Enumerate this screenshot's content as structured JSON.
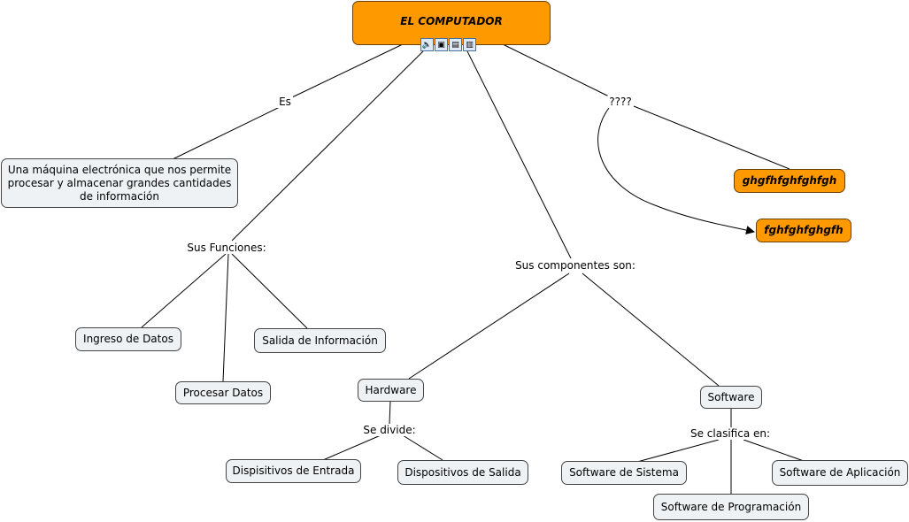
{
  "root": {
    "title": "EL COMPUTADOR"
  },
  "icons": [
    {
      "name": "sound-icon",
      "glyph": "🔈"
    },
    {
      "name": "image-icon",
      "glyph": "▣"
    },
    {
      "name": "document-icon",
      "glyph": "▤"
    },
    {
      "name": "video-icon",
      "glyph": "▥"
    }
  ],
  "nodes": {
    "definition": "Una máquina electrónica que nos permite procesar y almacenar grandes cantidades de información",
    "ghgf": "ghgfhfghfghfgh",
    "fghf": "fghfghfghgfh",
    "ingreso": "Ingreso de Datos",
    "salida_info": "Salida de Información",
    "procesar": "Procesar Datos",
    "hardware": "Hardware",
    "software": "Software",
    "disp_entrada": "Dispisitivos de Entrada",
    "disp_salida": "Dispositivos de Salida",
    "sw_sistema": "Software de Sistema",
    "sw_aplicacion": "Software de Aplicación",
    "sw_programacion": "Software de Programación"
  },
  "labels": {
    "es": "Es",
    "question": "????",
    "funciones": "Sus Funciones:",
    "componentes": "Sus componentes son:",
    "divide": "Se divide:",
    "clasifica": "Se clasifica en:"
  }
}
